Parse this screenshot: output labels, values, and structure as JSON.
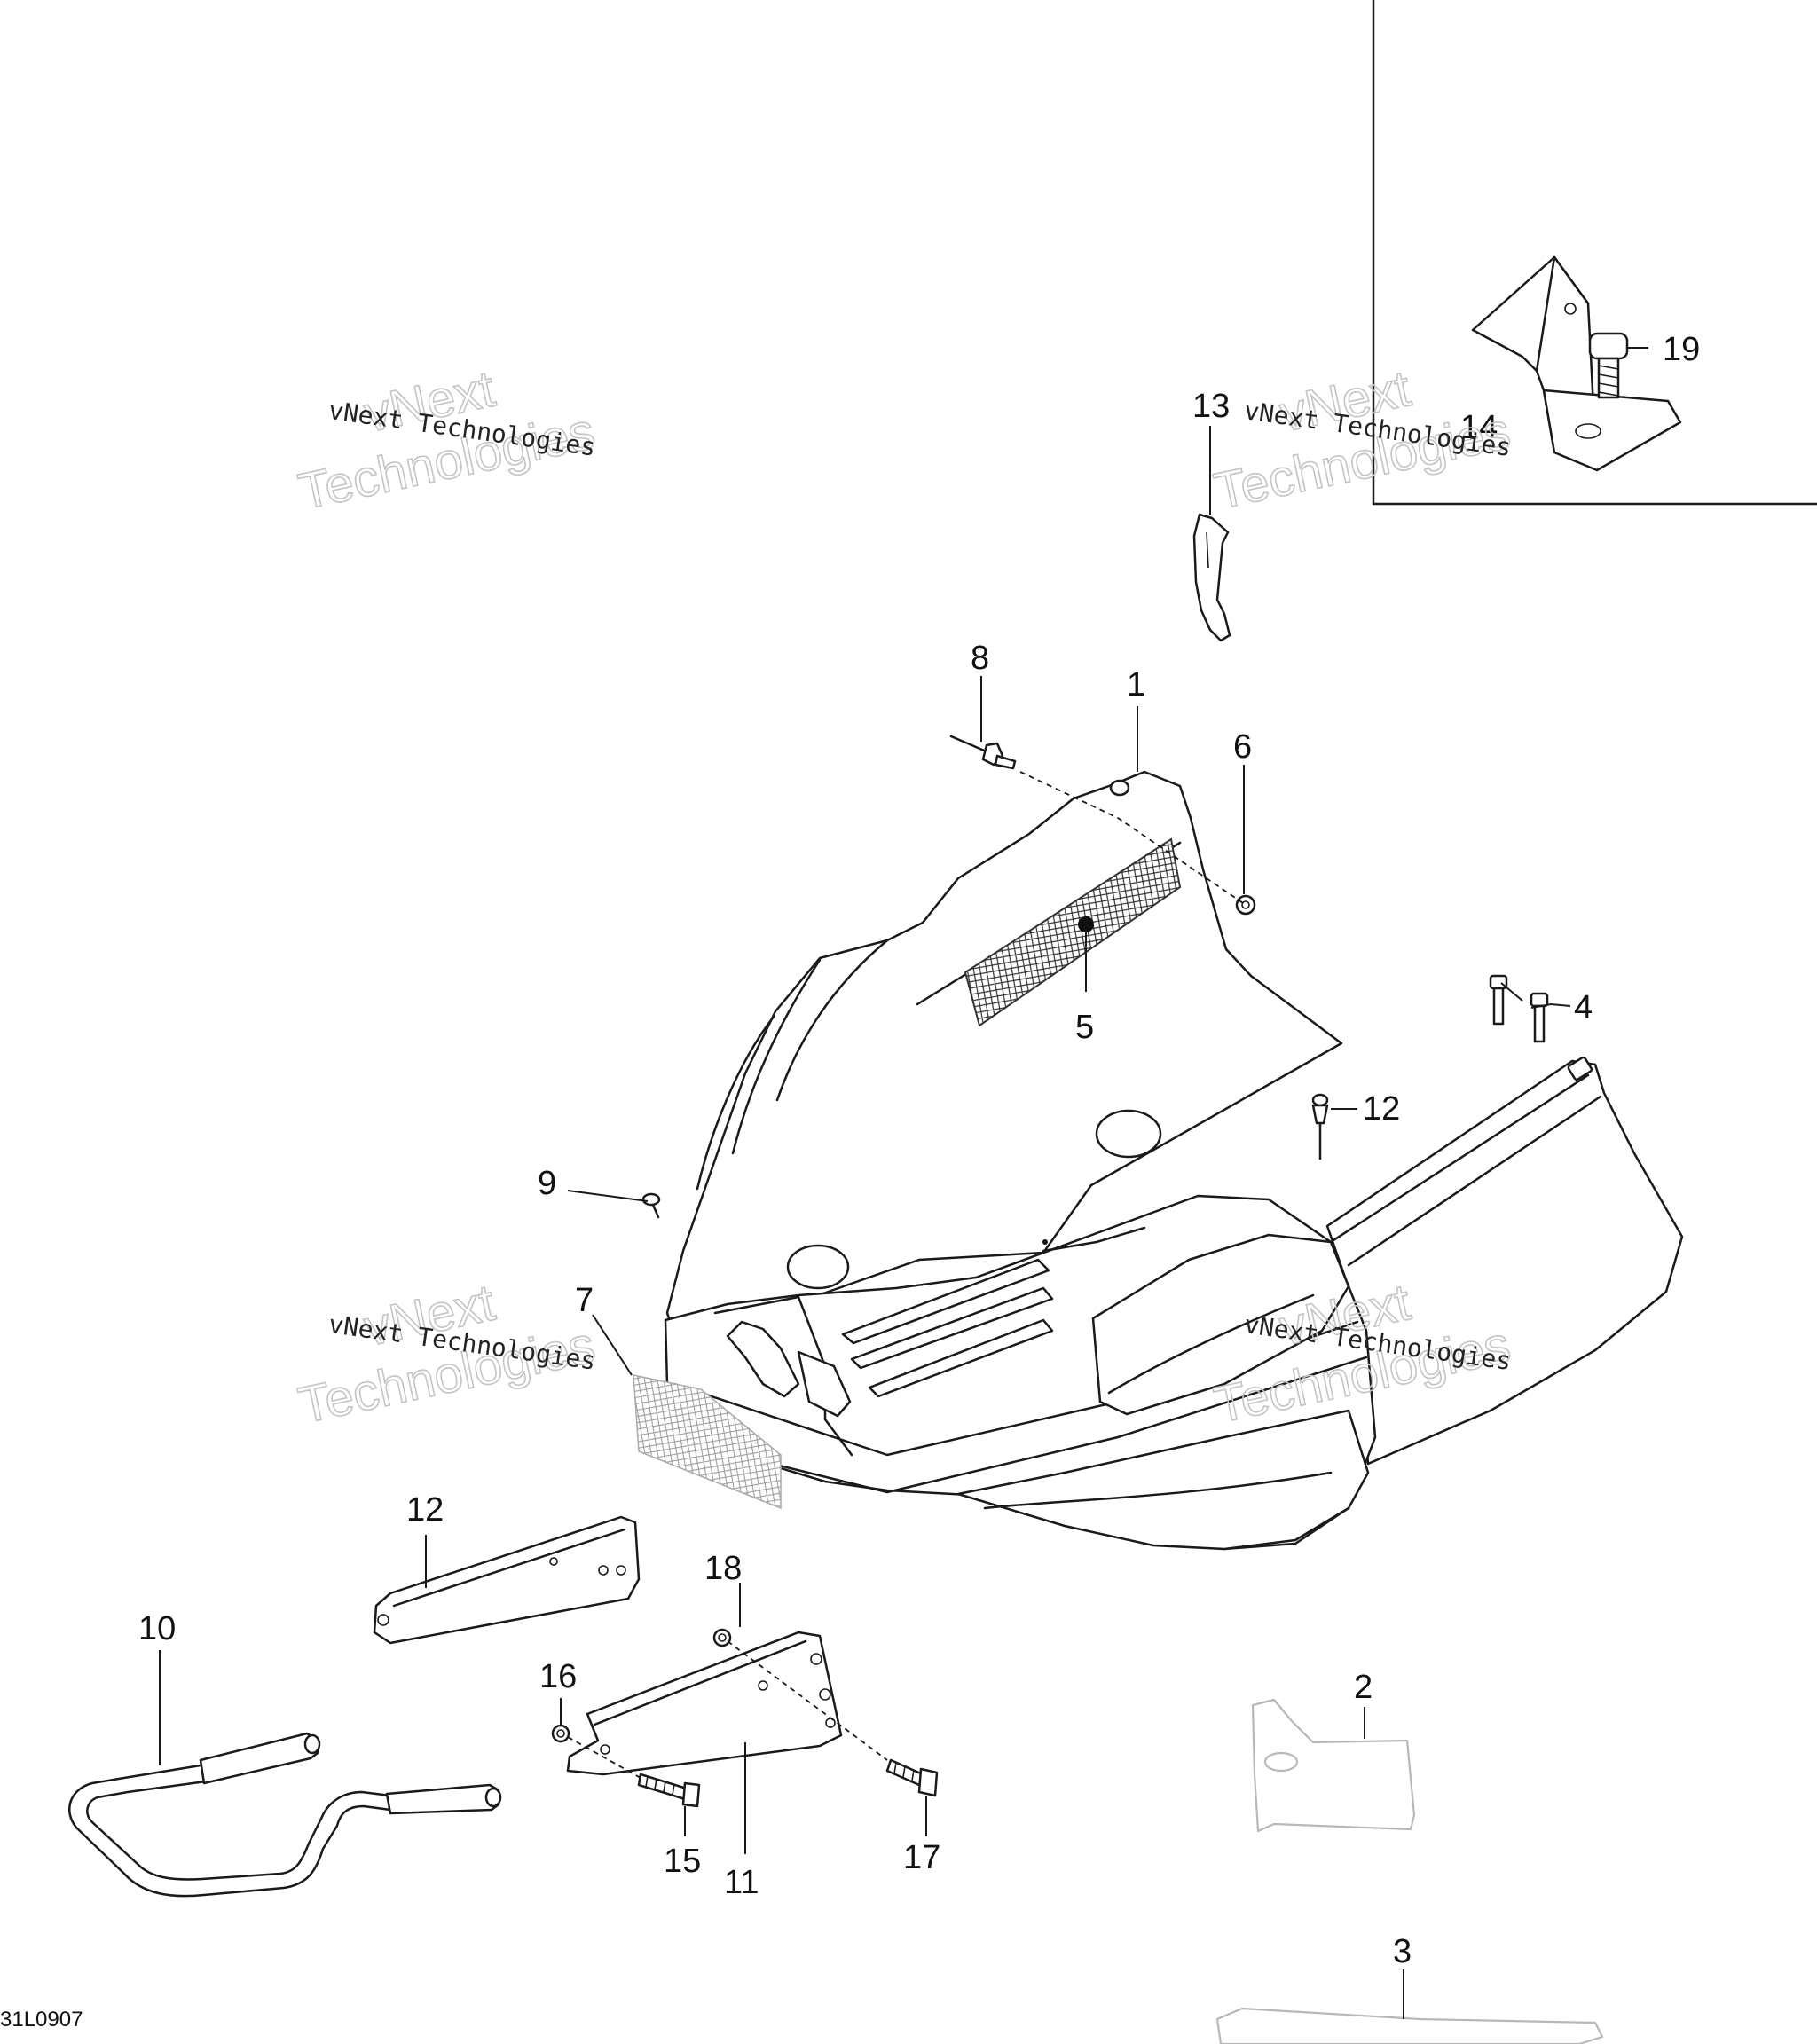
{
  "callouts": {
    "c1": "1",
    "c2": "2",
    "c3": "3",
    "c4": "4",
    "c5": "5",
    "c6": "6",
    "c7": "7",
    "c8": "8",
    "c9": "9",
    "c10": "10",
    "c11": "11",
    "c12a": "12",
    "c12b": "12",
    "c13": "13",
    "c14": "14",
    "c15": "15",
    "c16": "16",
    "c17": "17",
    "c18": "18",
    "c19": "19"
  },
  "watermark": {
    "line1": "vNext Technologies",
    "brand_top": "vNext",
    "brand_bottom": "Technologies"
  },
  "figure_code": "31L0907"
}
